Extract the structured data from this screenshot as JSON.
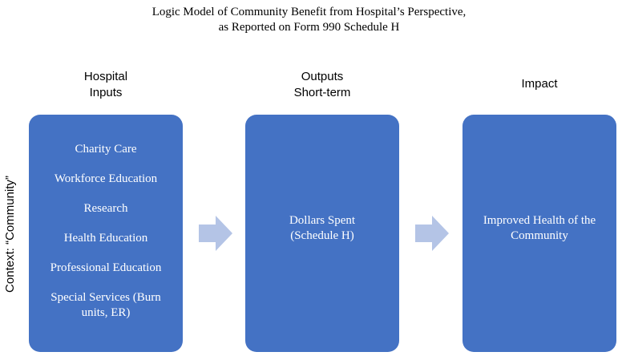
{
  "diagram": {
    "title_line1": "Logic Model of Community Benefit from Hospital’s Perspective,",
    "title_line2": "as Reported on Form 990 Schedule H",
    "context_label": "Context: “Community”",
    "columns": {
      "inputs": {
        "header_line1": "Hospital",
        "header_line2": "Inputs",
        "items": [
          "Charity Care",
          "Workforce Education",
          "Research",
          "Health Education",
          "Professional Education",
          "Special Services (Burn units, ER)"
        ]
      },
      "outputs": {
        "header_line1": "Outputs",
        "header_line2": "Short-term",
        "text_line1": "Dollars Spent",
        "text_line2": "(Schedule H)"
      },
      "impact": {
        "header_line1": "Impact",
        "text_line1": "Improved Health of the",
        "text_line2": "Community"
      }
    },
    "colors": {
      "box_fill": "#4472c4",
      "arrow_fill": "#b4c4e6",
      "box_text": "#ffffff"
    }
  }
}
